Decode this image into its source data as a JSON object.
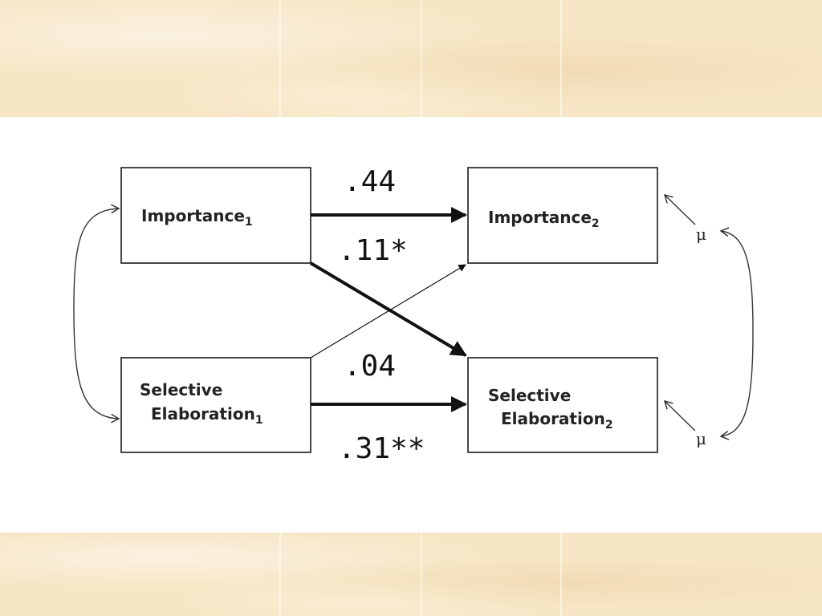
{
  "diagram": {
    "nodes": {
      "importance1": {
        "label": "Importance",
        "subscript": "1"
      },
      "importance2": {
        "label": "Importance",
        "subscript": "2"
      },
      "selective1": {
        "line1": "Selective",
        "line2": "Elaboration",
        "subscript": "1"
      },
      "selective2": {
        "line1": "Selective",
        "line2": "Elaboration",
        "subscript": "2"
      }
    },
    "coefficients": {
      "imp1_to_imp2": ".44",
      "imp1_to_sel2": ".11*",
      "sel1_to_imp2": ".04",
      "sel1_to_sel2": ".31**"
    },
    "error_terms": {
      "importance2": "μ",
      "selective2": "μ"
    }
  }
}
